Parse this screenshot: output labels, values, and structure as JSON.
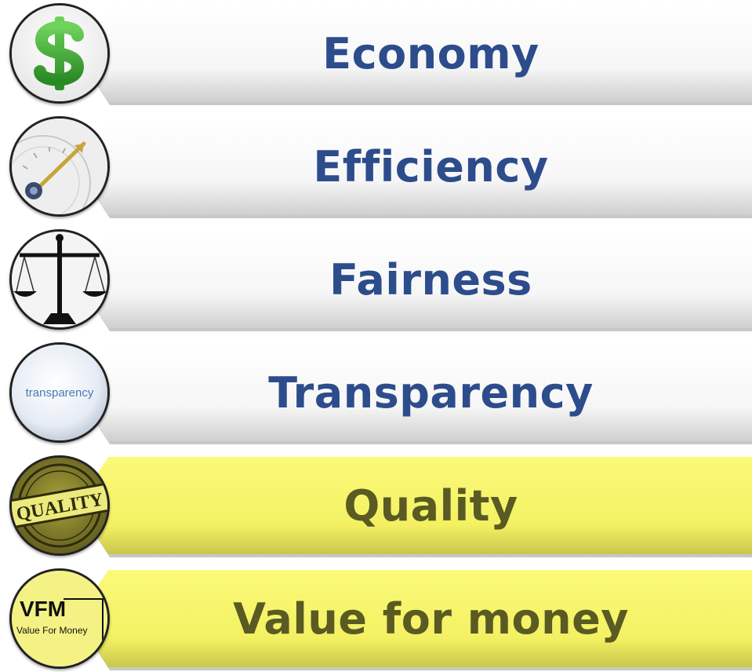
{
  "items": [
    {
      "label": "Economy",
      "icon": "dollar-icon",
      "style": "white"
    },
    {
      "label": "Efficiency",
      "icon": "efficiency-gauge-icon",
      "style": "white"
    },
    {
      "label": "Fairness",
      "icon": "scales-icon",
      "style": "white"
    },
    {
      "label": "Transparency",
      "icon": "magnifier-icon",
      "style": "white",
      "icon_text": "transparency"
    },
    {
      "label": "Quality",
      "icon": "quality-stamp-icon",
      "style": "yellow",
      "icon_text": "QUALITY"
    },
    {
      "label": "Value for money",
      "icon": "vfm-icon",
      "style": "yellow",
      "icon_text_top": "VFM",
      "icon_text_bottom": "Value For Money"
    }
  ],
  "colors": {
    "blue_text": "#2d4c8c",
    "olive_text": "#5a5a23",
    "yellow_band": "#f3f162",
    "white_band": "#ffffff",
    "dollar_green": "#3fa835"
  }
}
